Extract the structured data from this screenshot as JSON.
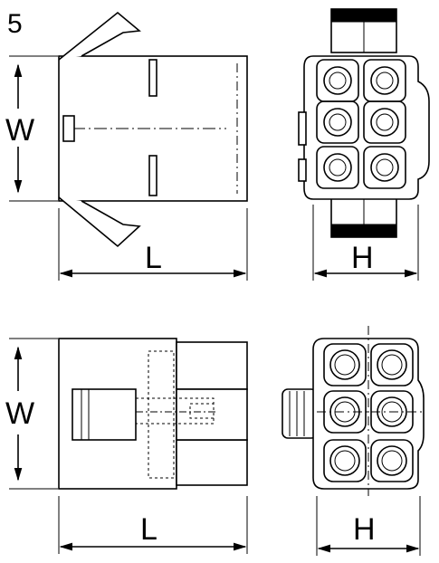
{
  "figure_number": "5",
  "dimension_labels": {
    "top_side_width": "W",
    "top_side_length": "L",
    "top_end_height": "H",
    "bottom_side_width": "W",
    "bottom_side_length": "L",
    "bottom_end_height": "H"
  },
  "colors": {
    "line": "#000000",
    "background": "#ffffff"
  }
}
